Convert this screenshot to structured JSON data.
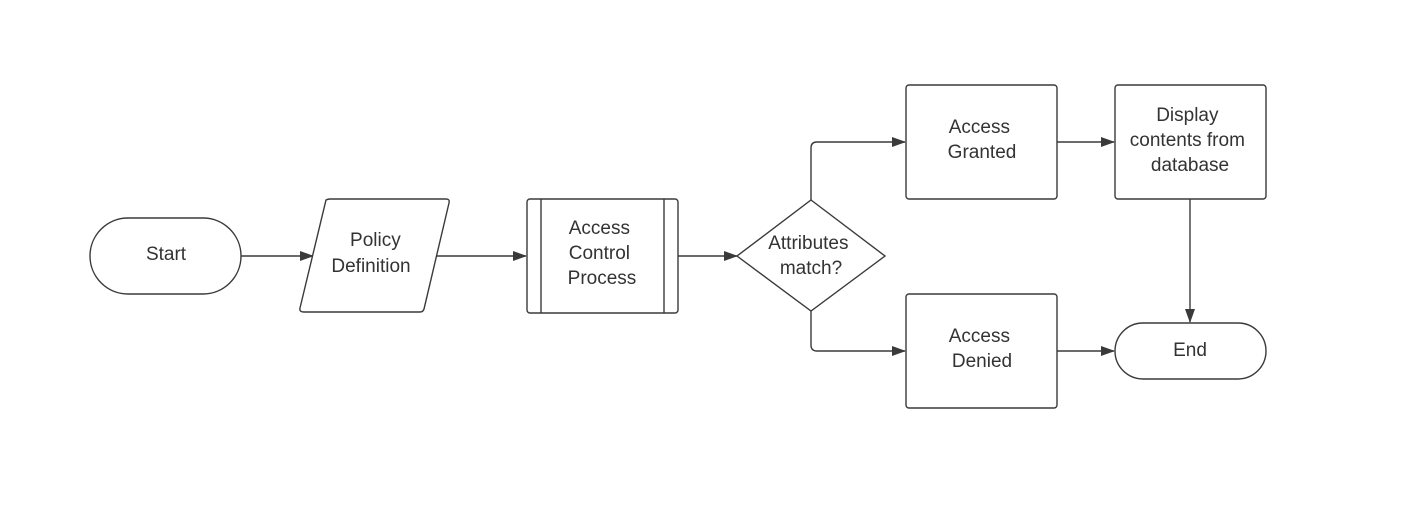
{
  "diagram": {
    "colors": {
      "stroke": "#3a3a3a",
      "text": "#333333",
      "fill": "#ffffff",
      "background": "#ffffff"
    },
    "nodes": {
      "start": {
        "shape": "terminal",
        "lines": [
          "Start"
        ]
      },
      "policy": {
        "shape": "parallelogram",
        "lines": [
          "Policy",
          "Definition"
        ]
      },
      "process": {
        "shape": "predefined-process",
        "lines": [
          "Access",
          "Control",
          "Process"
        ]
      },
      "decision": {
        "shape": "diamond",
        "lines": [
          "Attributes",
          "match?"
        ]
      },
      "granted": {
        "shape": "rectangle",
        "lines": [
          "Access",
          "Granted"
        ]
      },
      "display": {
        "shape": "rectangle",
        "lines": [
          "Display",
          "contents from",
          "database"
        ]
      },
      "denied": {
        "shape": "rectangle",
        "lines": [
          "Access",
          "Denied"
        ]
      },
      "end": {
        "shape": "terminal",
        "lines": [
          "End"
        ]
      }
    },
    "edges": [
      {
        "from": "start",
        "to": "policy"
      },
      {
        "from": "policy",
        "to": "process"
      },
      {
        "from": "process",
        "to": "decision"
      },
      {
        "from": "decision",
        "to": "granted"
      },
      {
        "from": "decision",
        "to": "denied"
      },
      {
        "from": "granted",
        "to": "display"
      },
      {
        "from": "display",
        "to": "end"
      },
      {
        "from": "denied",
        "to": "end"
      }
    ]
  }
}
